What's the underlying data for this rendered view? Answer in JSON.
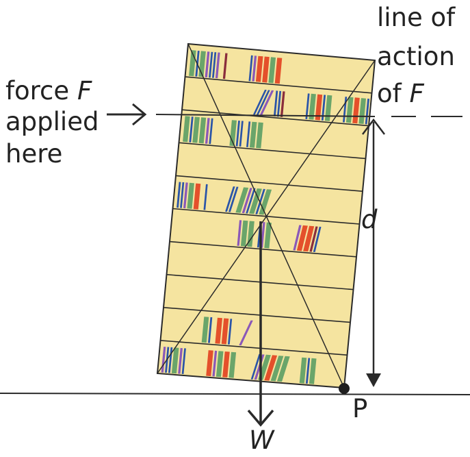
{
  "labels": {
    "force_line1_word": "force",
    "force_symbol": "F",
    "force_line2": "applied",
    "force_line3": "here",
    "action_line1": "line of",
    "action_line2": "action",
    "action_line3_word": "of",
    "action_symbol": "F",
    "distance": "d",
    "weight": "W",
    "pivot": "P"
  },
  "colors": {
    "bookcase": "#f5e4a0",
    "outline": "#2a2a2a",
    "book_red": "#e4502b",
    "book_green": "#6aa56a",
    "book_blue": "#2a54a8",
    "book_purple": "#8a58b8",
    "book_maroon": "#8a2d3c"
  }
}
